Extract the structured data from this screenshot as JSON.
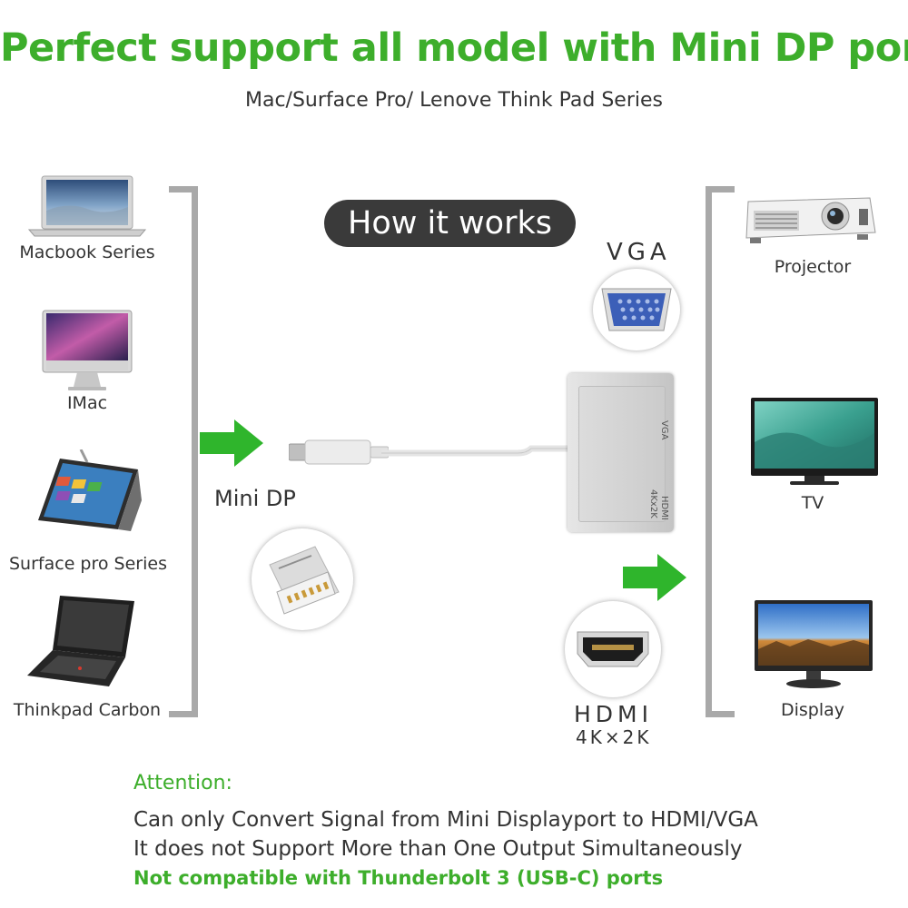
{
  "header": {
    "title": "Perfect support all model with Mini DP port",
    "subtitle": "Mac/Surface Pro/ Lenove Think Pad Series"
  },
  "center": {
    "how_it_works": "How it works",
    "input_label": "Mini DP",
    "vga_label": "VGA",
    "hdmi_label": "HDMI",
    "hdmi_resolution": "4K×2K",
    "hub_vga_text": "VGA",
    "hub_hdmi_text": "HDMI",
    "hub_4k_text": "4Kx2K"
  },
  "sources": [
    {
      "label": "Macbook Series",
      "icon": "laptop-icon"
    },
    {
      "label": "IMac",
      "icon": "desktop-computer-icon"
    },
    {
      "label": "Surface pro Series",
      "icon": "tablet-icon"
    },
    {
      "label": "Thinkpad Carbon",
      "icon": "laptop-icon"
    }
  ],
  "outputs": [
    {
      "label": "Projector",
      "icon": "projector-icon"
    },
    {
      "label": "TV",
      "icon": "tv-icon"
    },
    {
      "label": "Display",
      "icon": "monitor-icon"
    }
  ],
  "attention": {
    "heading": "Attention:",
    "line1": "Can only Convert Signal from Mini Displayport to HDMI/VGA",
    "line2": "It does not Support More than One Output Simultaneously",
    "line3": "Not compatible with Thunderbolt 3 (USB-C) ports"
  },
  "colors": {
    "accent_green": "#3dae2b",
    "arrow_green": "#2fb52c",
    "bracket_gray": "#a9a9a9",
    "pill_bg": "#3a3a3a"
  }
}
